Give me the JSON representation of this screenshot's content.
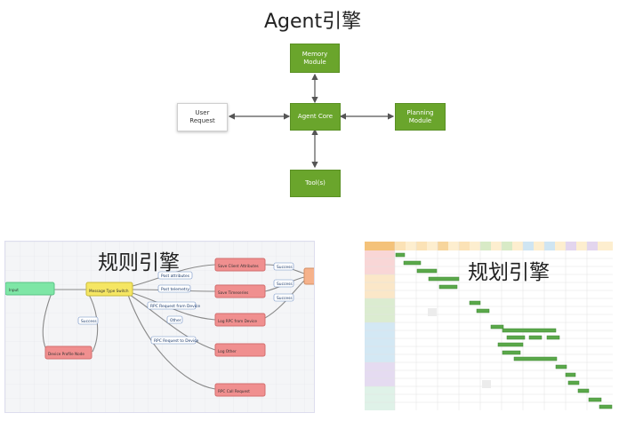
{
  "agent_diagram": {
    "title": "Agent引擎",
    "nodes": {
      "memory": "Memory\nModule",
      "user": "User\nRequest",
      "core": "Agent Core",
      "planning": "Planning\nModule",
      "tools": "Tool(s)"
    }
  },
  "rule_engine": {
    "title": "规则引擎",
    "nodes": {
      "input": "Input",
      "switch": "Message Type Switch",
      "profile": "Device Profile Node",
      "save_attr": "Save Client Attributes",
      "save_ts": "Save Timeseries",
      "rpc_device": "Log RPC from Device",
      "log_other": "Log Other",
      "rpc_call": "RPC Call Request"
    },
    "edge_labels": {
      "success_1": "Success",
      "post_attr": "Post attributes",
      "post_tel": "Post telemetry",
      "success_2": "Success",
      "success_3": "Success",
      "rpc_from": "RPC Request from Device",
      "other": "Other",
      "rpc_to": "RPC Request to Device"
    }
  },
  "planning_engine": {
    "title": "规划引擎"
  },
  "colors": {
    "agent_green": "#6aa52c",
    "rule_node_red": "#f08f8f",
    "rule_switch_yellow": "#f5e663",
    "rule_input_green": "#7ee6a6",
    "gantt_bar": "#5aa84a"
  }
}
